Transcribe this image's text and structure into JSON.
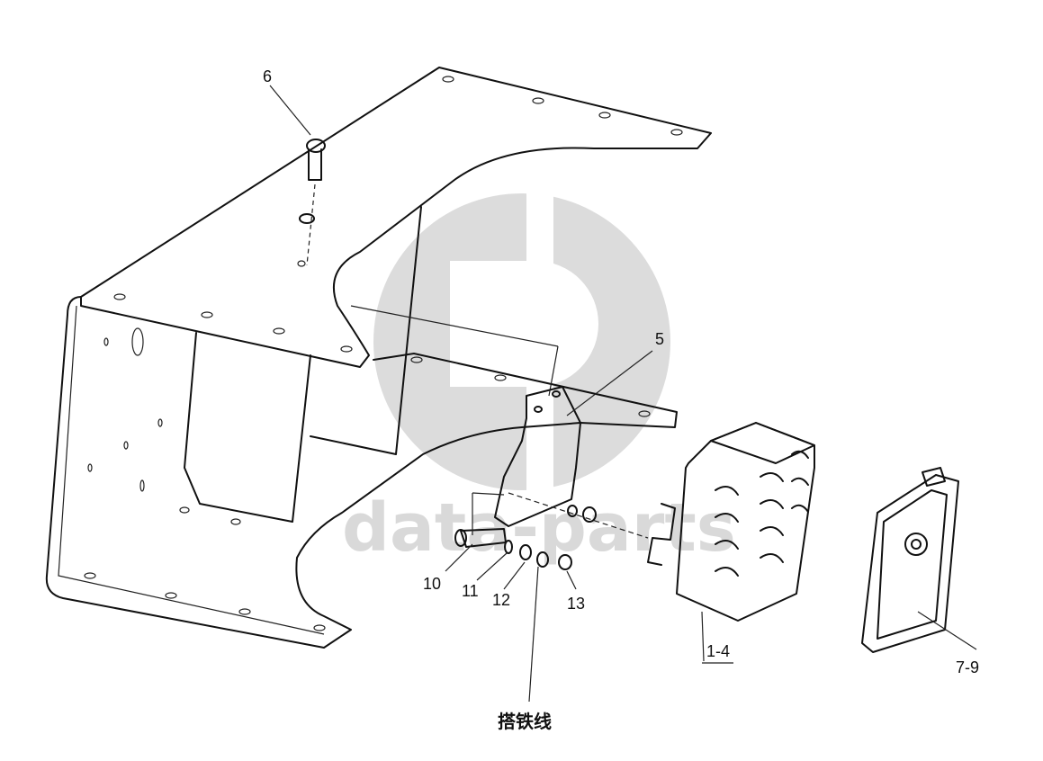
{
  "labels": {
    "part_6": "6",
    "part_5": "5",
    "part_10": "10",
    "part_11": "11",
    "part_12": "12",
    "part_13": "13",
    "part_1_4": "1-4",
    "part_7_9": "7-9",
    "ground_wire": "搭铁线"
  },
  "watermark": {
    "text": "data-parts",
    "color": "#d9d9d9"
  },
  "colors": {
    "line": "#111111",
    "background": "#ffffff"
  }
}
